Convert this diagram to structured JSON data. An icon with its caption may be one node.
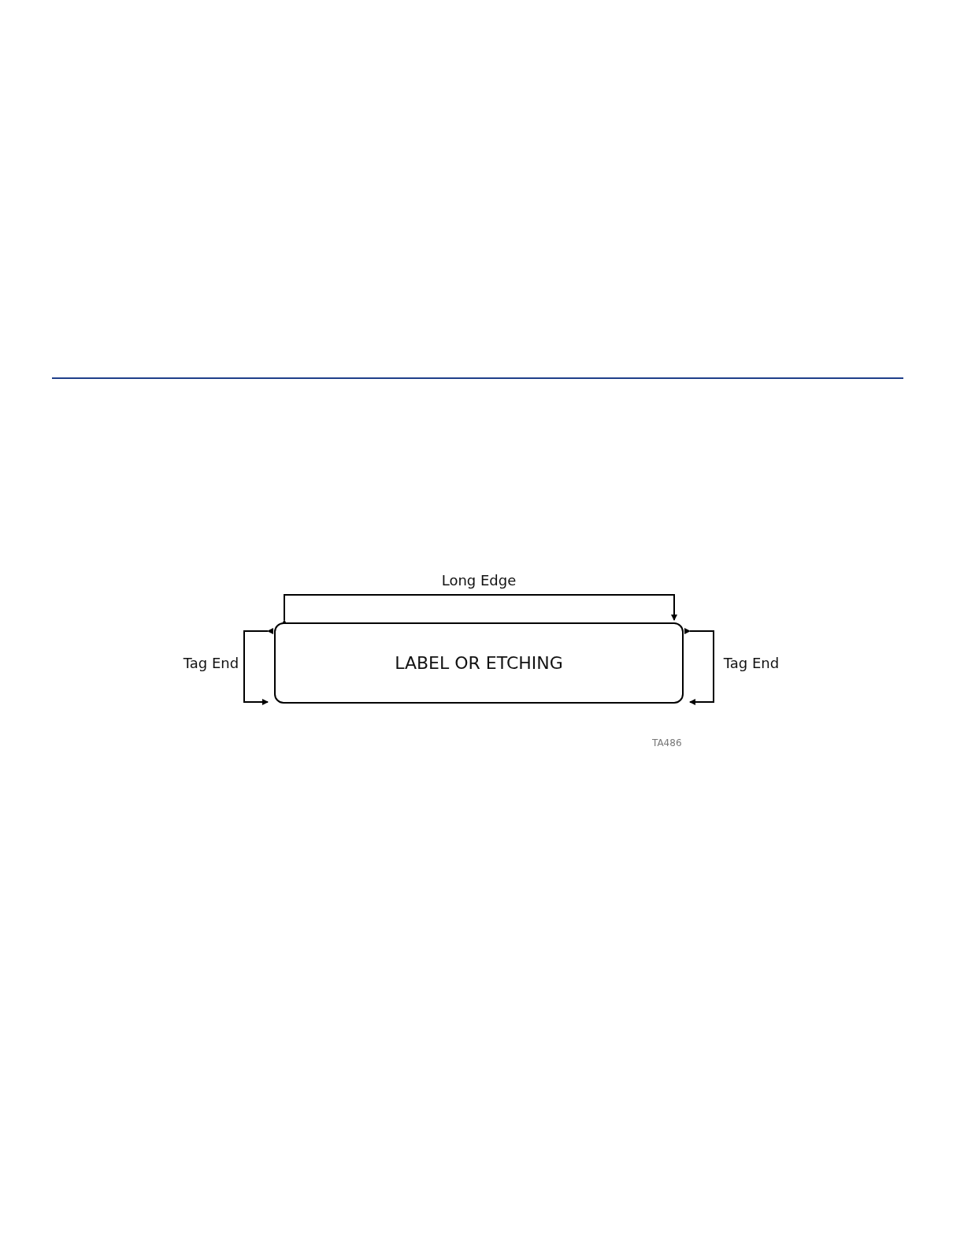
{
  "diagram": {
    "nodes": [
      {
        "text": [
          "LABEL OR ETCHING"
        ]
      }
    ],
    "labels": [
      "Long Edge",
      "Tag End",
      "Tag End",
      "TA486"
    ]
  }
}
